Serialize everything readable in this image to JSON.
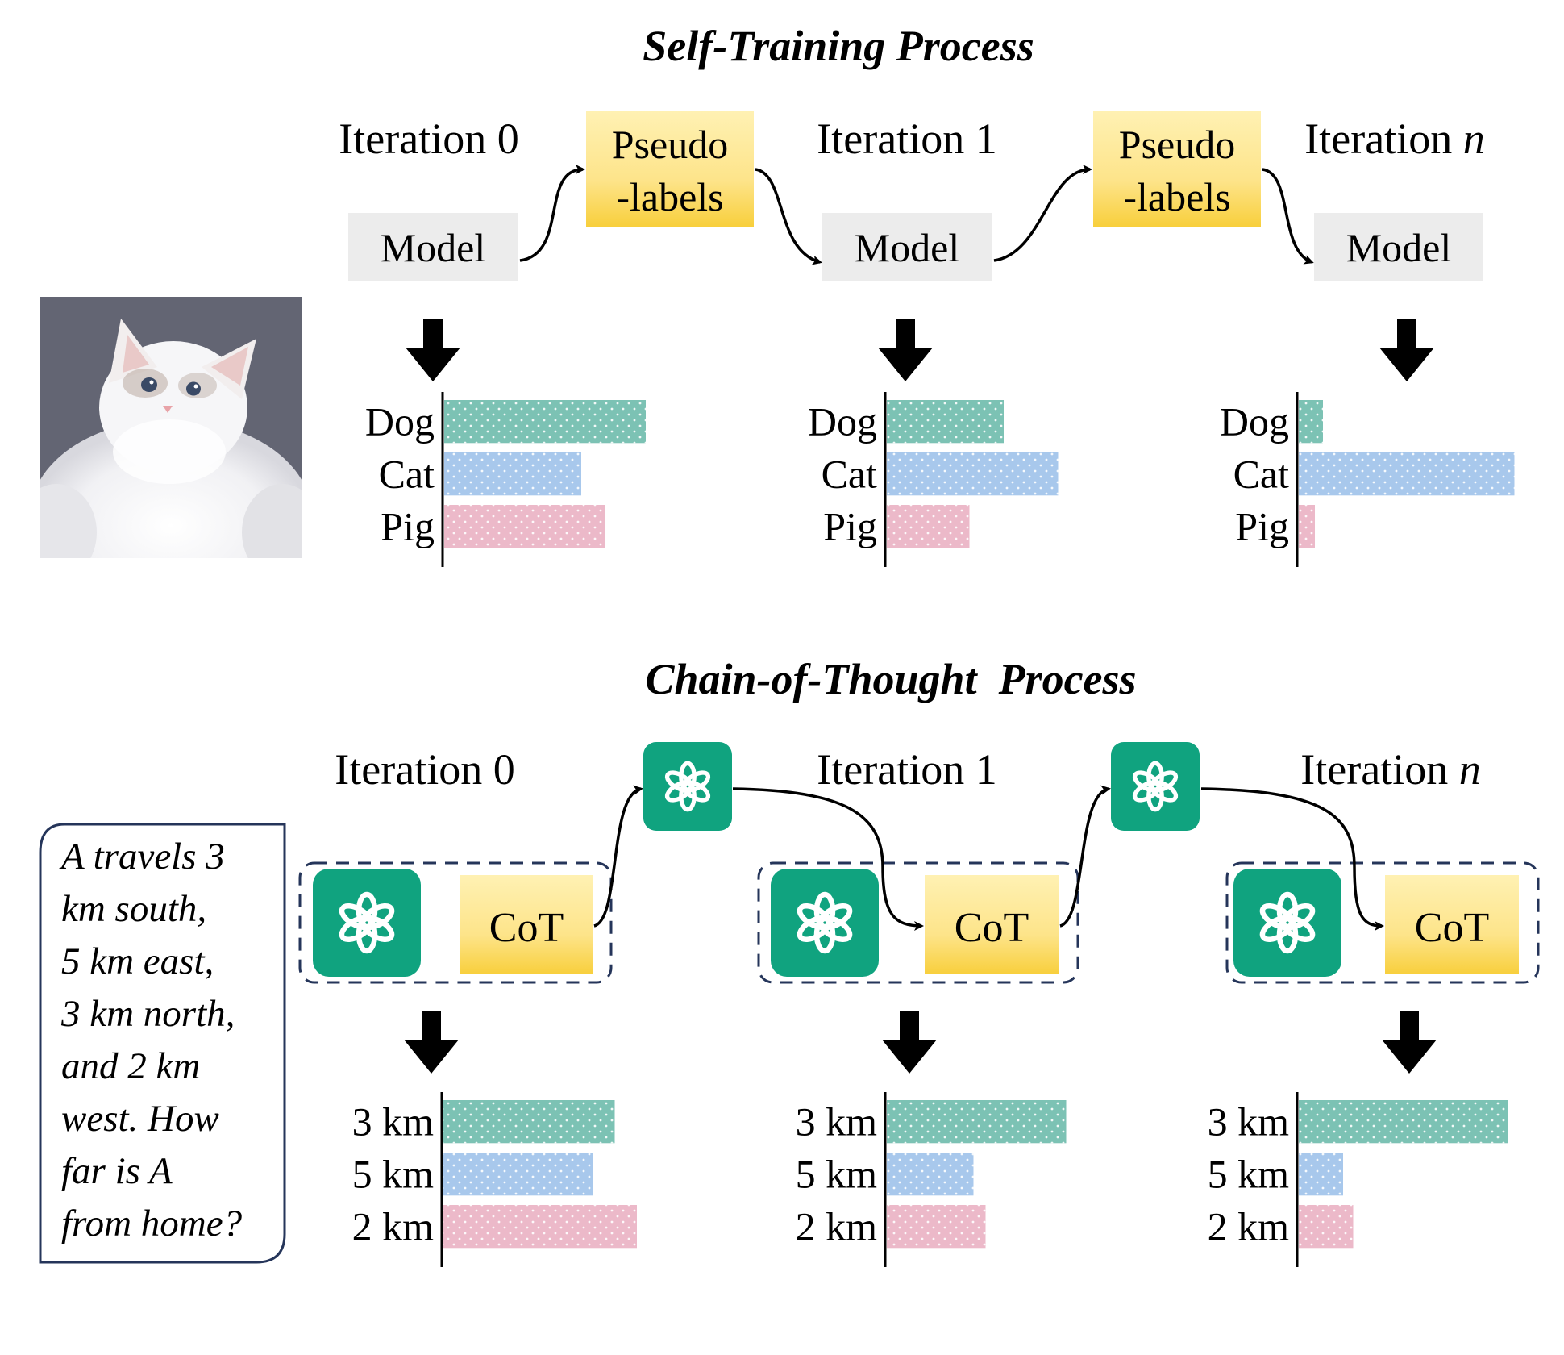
{
  "self_training": {
    "title": "Self-Training Process",
    "iterations": [
      "Iteration 0",
      "Iteration 1",
      "Iteration "
    ],
    "iteration_var": "n",
    "model_label": "Model",
    "pseudo_line1": "Pseudo",
    "pseudo_line2": "-labels",
    "categories": [
      "Dog",
      "Cat",
      "Pig"
    ],
    "bar_levels": [
      [
        1.0,
        0.68,
        0.8
      ],
      [
        0.58,
        0.85,
        0.41
      ],
      [
        0.12,
        1.07,
        0.08
      ]
    ]
  },
  "cot": {
    "title": "Chain-of-Thought  Process",
    "iterations": [
      "Iteration 0",
      "Iteration 1",
      "Iteration "
    ],
    "iteration_var": "n",
    "cot_label": "CoT",
    "categories": [
      "3 km",
      "5 km",
      "2 km"
    ],
    "question_lines": [
      "A travels 3",
      "km south,",
      "5 km east,",
      "3 km north,",
      "and 2 km",
      "west. How",
      "far is A",
      "from home?"
    ],
    "bar_levels": [
      [
        0.85,
        0.74,
        0.96
      ],
      [
        0.89,
        0.43,
        0.49
      ],
      [
        1.04,
        0.22,
        0.27
      ]
    ]
  },
  "icons": {
    "gpt": "openai-logo-icon",
    "photo": "cat-photo",
    "arrow": "down-arrow-icon"
  },
  "colors": {
    "teal": "#7cc2b4",
    "blue": "#a8c8ec",
    "pink": "#ecb9c9",
    "model_box": "#ececec",
    "label_box": "#fde690",
    "gpt_green": "#10a37f",
    "dash_border": "#25355a"
  }
}
